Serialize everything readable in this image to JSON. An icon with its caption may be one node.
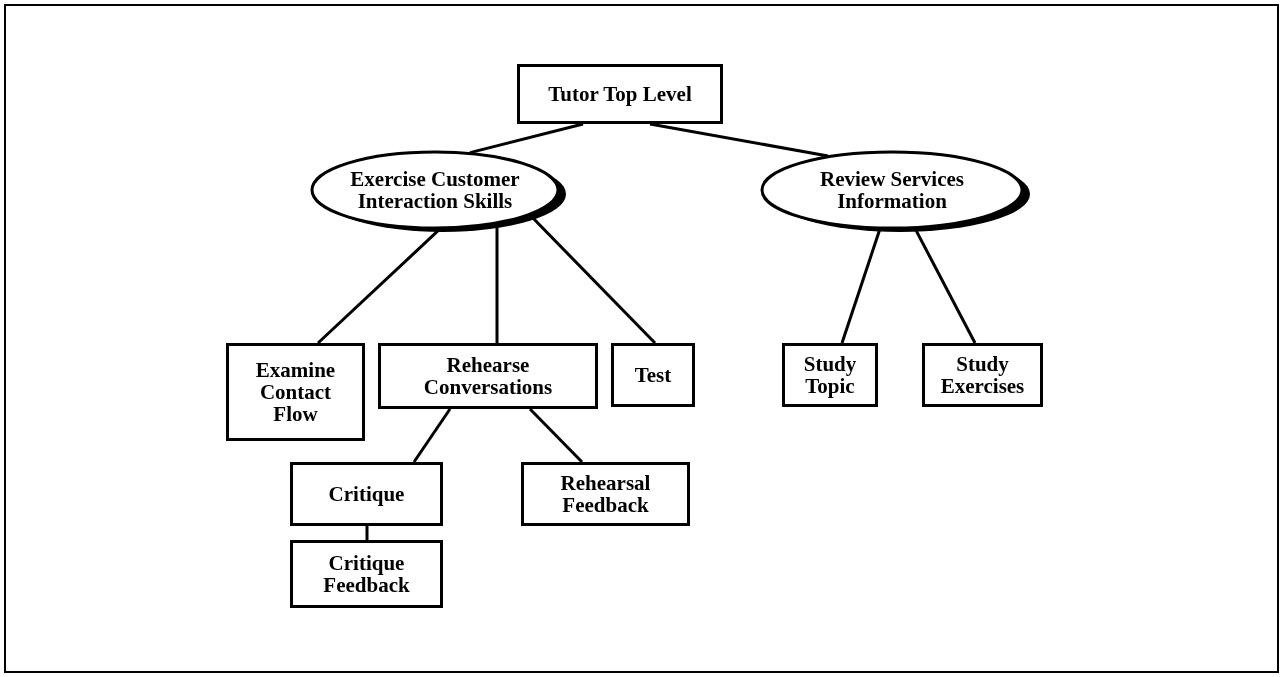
{
  "diagram": {
    "nodes": [
      {
        "text": [
          "Tutor Top Level"
        ]
      },
      {
        "text": [
          "Exercise Customer Interaction Skills"
        ]
      },
      {
        "text": [
          "Review Services Information"
        ]
      },
      {
        "text": [
          "Examine Contact Flow"
        ]
      },
      {
        "text": [
          "Rehearse Conversations"
        ]
      },
      {
        "text": [
          "Test"
        ]
      },
      {
        "text": [
          "Study Topic"
        ]
      },
      {
        "text": [
          "Study Exercises"
        ]
      },
      {
        "text": [
          "Critique"
        ]
      },
      {
        "text": [
          "Rehearsal Feedback"
        ]
      },
      {
        "text": [
          "Critique Feedback"
        ]
      }
    ],
    "edges": [
      {
        "from": 0,
        "to": 1,
        "arrow": "none"
      },
      {
        "from": 0,
        "to": 2,
        "arrow": "none"
      },
      {
        "from": 1,
        "to": 3,
        "arrow": "none"
      },
      {
        "from": 1,
        "to": 4,
        "arrow": "none"
      },
      {
        "from": 1,
        "to": 5,
        "arrow": "none"
      },
      {
        "from": 2,
        "to": 6,
        "arrow": "none"
      },
      {
        "from": 2,
        "to": 7,
        "arrow": "none"
      },
      {
        "from": 4,
        "to": 8,
        "arrow": "none"
      },
      {
        "from": 4,
        "to": 9,
        "arrow": "none"
      },
      {
        "from": 8,
        "to": 10,
        "arrow": "none"
      }
    ]
  }
}
